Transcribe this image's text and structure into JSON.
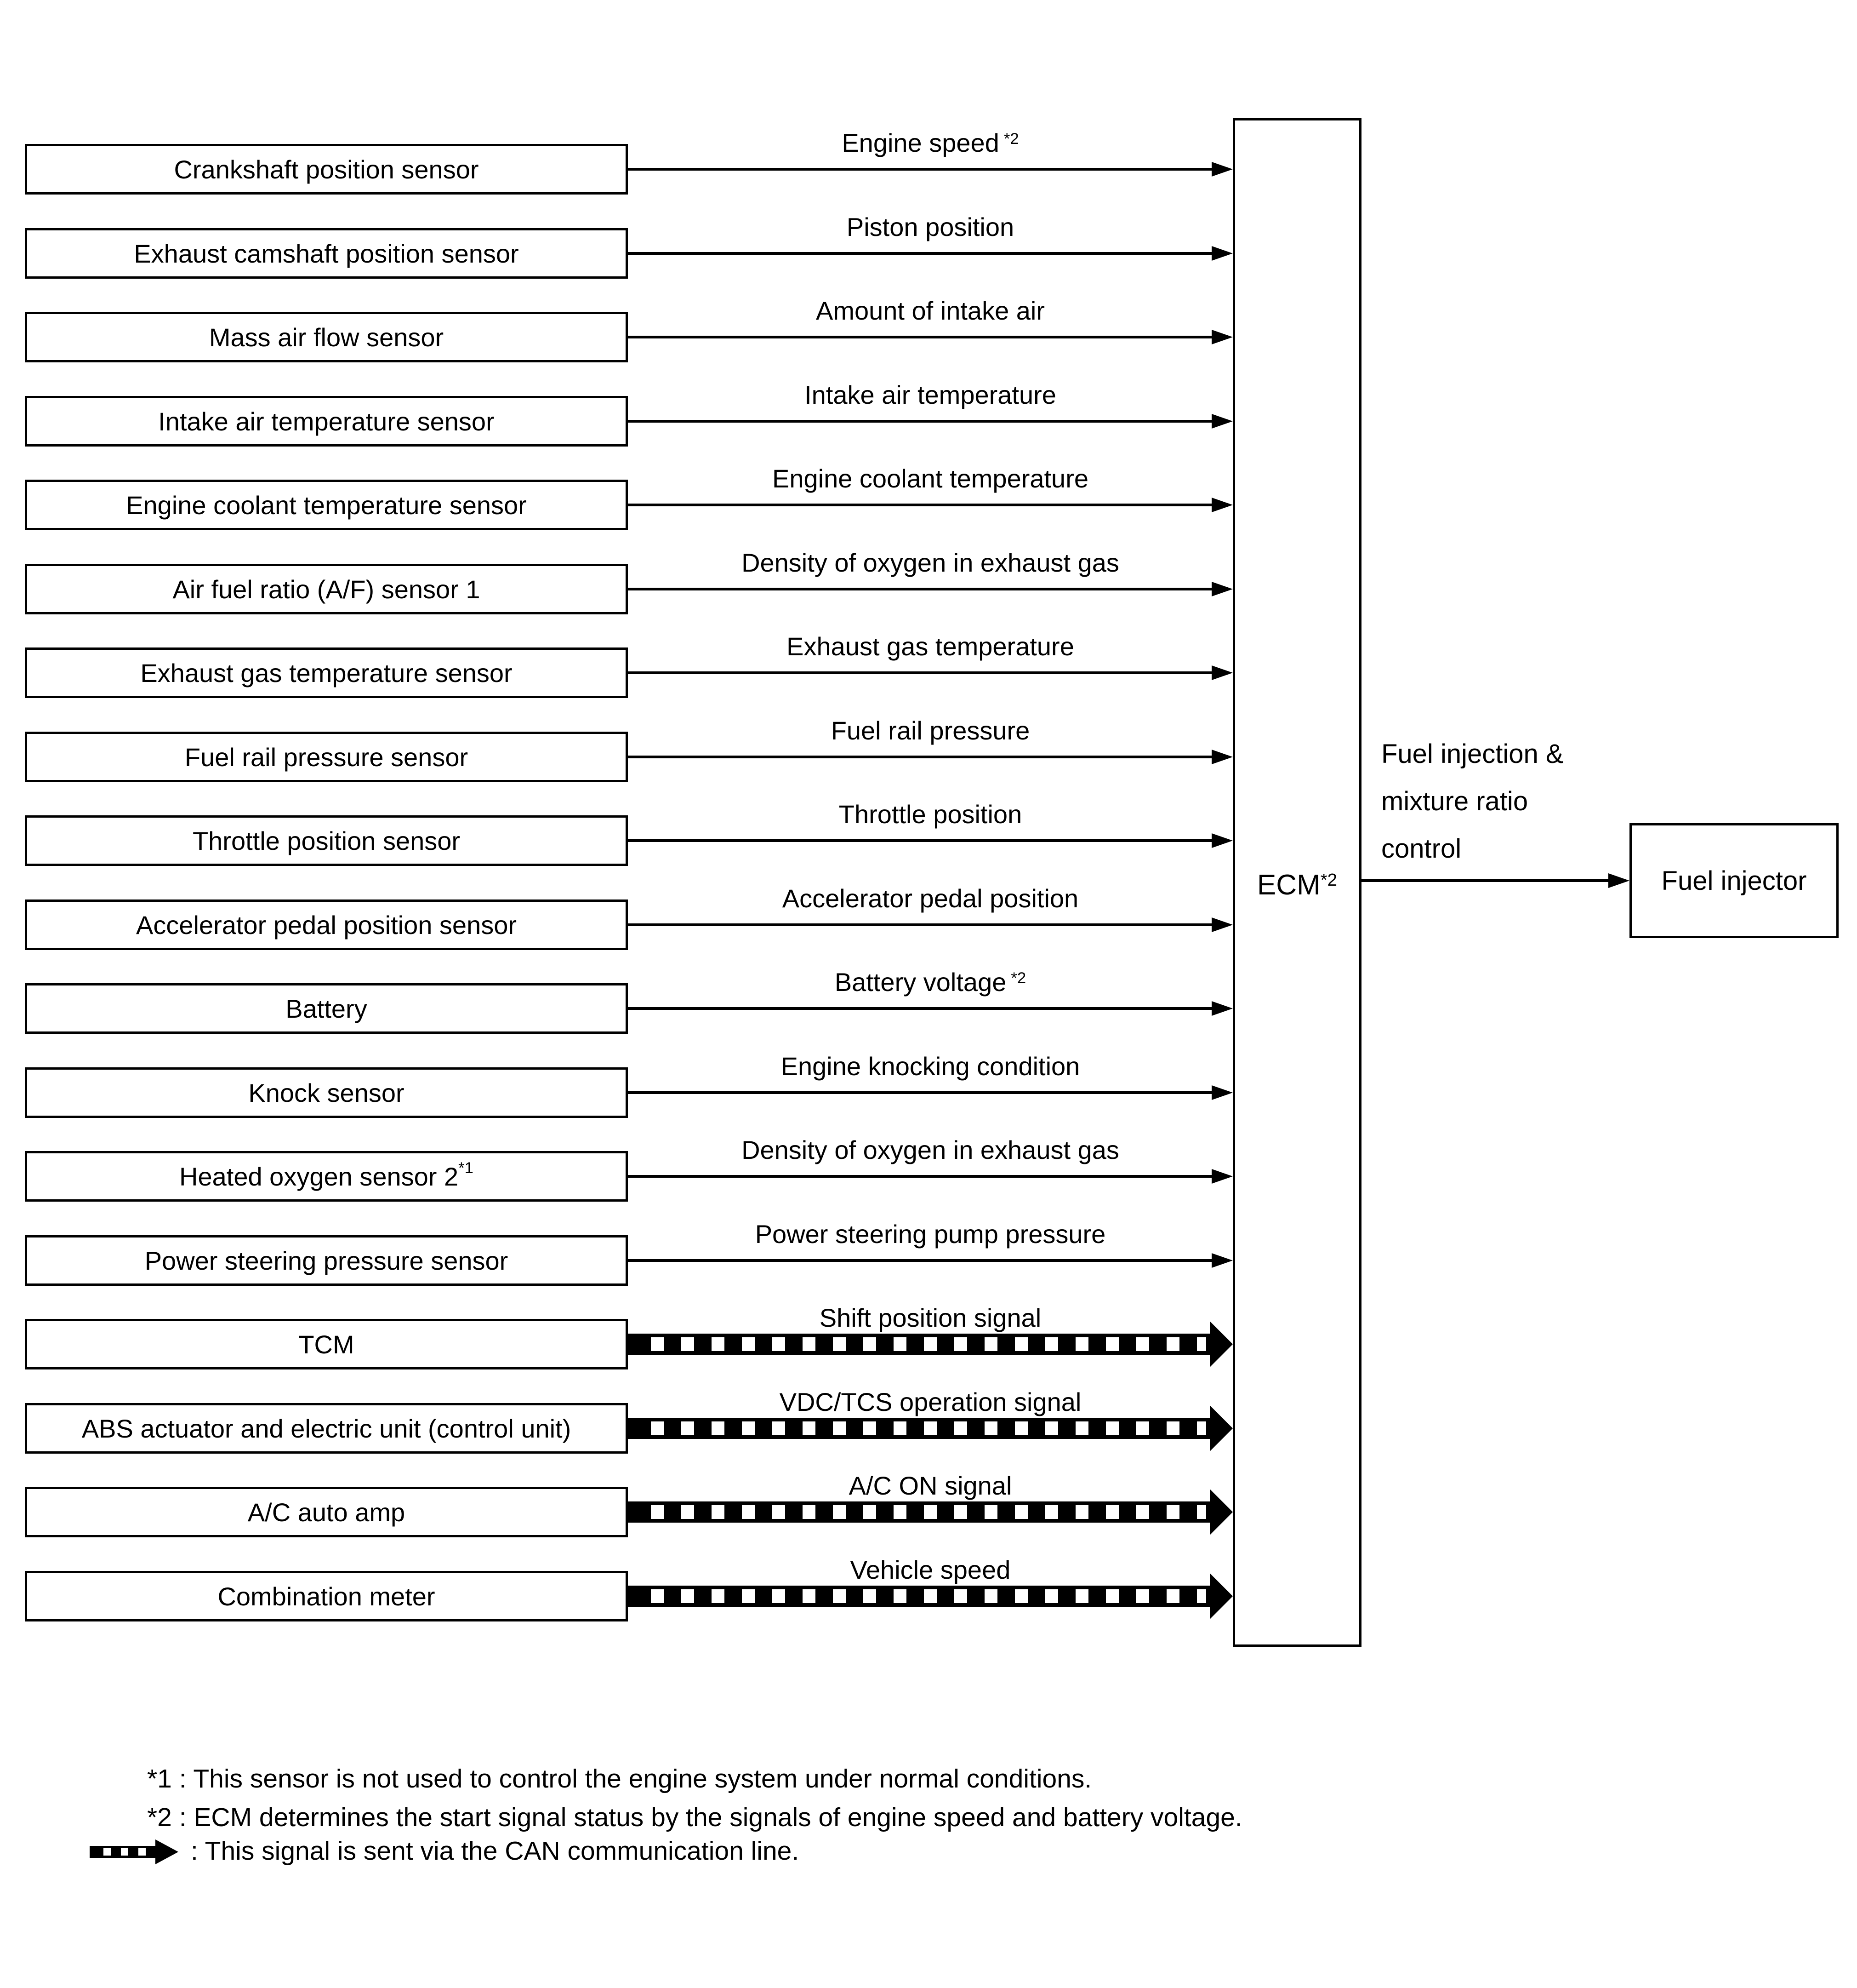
{
  "diagram": {
    "colors": {
      "ink": "#000000",
      "background": "#ffffff"
    },
    "rows": [
      {
        "source": "Crankshaft position sensor",
        "signal": "Engine speed",
        "signal_sup": "*2",
        "can": false
      },
      {
        "source": "Exhaust camshaft position sensor",
        "signal": "Piston position",
        "can": false
      },
      {
        "source": "Mass air flow sensor",
        "signal": "Amount of intake air",
        "can": false
      },
      {
        "source": "Intake air temperature sensor",
        "signal": "Intake air temperature",
        "can": false
      },
      {
        "source": "Engine coolant temperature sensor",
        "signal": "Engine coolant temperature",
        "can": false
      },
      {
        "source": "Air fuel ratio (A/F) sensor 1",
        "signal": "Density of oxygen in exhaust gas",
        "can": false
      },
      {
        "source": "Exhaust gas temperature sensor",
        "signal": "Exhaust gas temperature",
        "can": false
      },
      {
        "source": "Fuel rail pressure sensor",
        "signal": "Fuel rail pressure",
        "can": false
      },
      {
        "source": "Throttle position sensor",
        "signal": "Throttle position",
        "can": false
      },
      {
        "source": "Accelerator pedal position sensor",
        "signal": "Accelerator pedal position",
        "can": false
      },
      {
        "source": "Battery",
        "signal": "Battery voltage",
        "signal_sup": "*2",
        "can": false
      },
      {
        "source": "Knock sensor",
        "signal": "Engine knocking condition",
        "can": false
      },
      {
        "source": "Heated oxygen sensor 2",
        "source_sup": "*1",
        "signal": "Density of oxygen in exhaust gas",
        "can": false
      },
      {
        "source": "Power steering pressure sensor",
        "signal": "Power steering pump pressure",
        "can": false
      },
      {
        "source": "TCM",
        "signal": "Shift position signal",
        "can": true
      },
      {
        "source": "ABS actuator and electric unit (control unit)",
        "signal": "VDC/TCS operation signal",
        "can": true
      },
      {
        "source": "A/C auto amp",
        "signal": "A/C ON signal",
        "can": true
      },
      {
        "source": "Combination meter",
        "signal": "Vehicle speed",
        "can": true
      }
    ],
    "ecm": {
      "label": "ECM",
      "label_sup": "*2"
    },
    "output": {
      "arrow_label_lines": [
        "Fuel injection &",
        "mixture ratio",
        "control"
      ],
      "target": "Fuel injector"
    },
    "footnotes": [
      {
        "text": "*1 : This sensor is not used to control the engine system under normal conditions."
      },
      {
        "text": "*2 : ECM determines the start signal status by the signals of engine speed and battery voltage."
      },
      {
        "marker_icon": "can-dashed-arrow",
        "text": ": This signal is sent via the CAN communication line."
      }
    ]
  }
}
